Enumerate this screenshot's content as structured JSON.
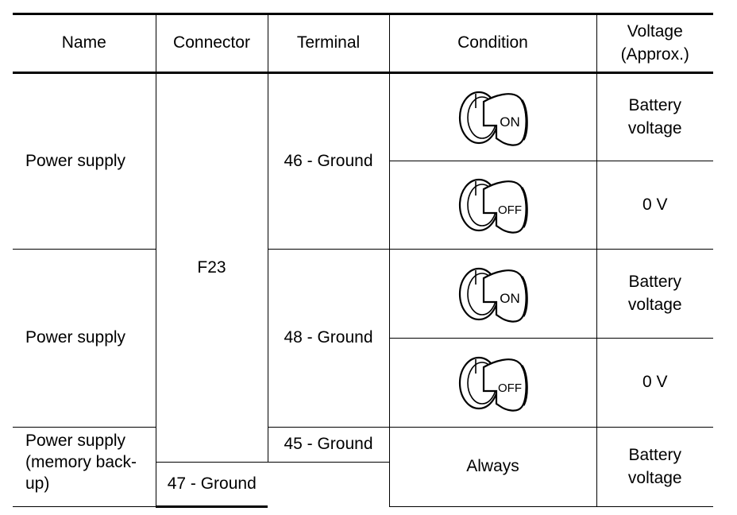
{
  "headers": {
    "name": "Name",
    "connector": "Connector",
    "terminal": "Terminal",
    "condition": "Condition",
    "voltage": "Voltage\n(Approx.)"
  },
  "rows": [
    {
      "name": "Power supply",
      "terminal": "46 - Ground",
      "conditions": [
        {
          "key_state": "ON",
          "icon": "ignition-key-on-icon",
          "voltage": "Battery\nvoltage"
        },
        {
          "key_state": "OFF",
          "icon": "ignition-key-off-icon",
          "voltage": "0 V"
        }
      ]
    },
    {
      "name": "Power supply",
      "terminal": "48 - Ground",
      "conditions": [
        {
          "key_state": "ON",
          "icon": "ignition-key-on-icon",
          "voltage": "Battery\nvoltage"
        },
        {
          "key_state": "OFF",
          "icon": "ignition-key-off-icon",
          "voltage": "0 V"
        }
      ]
    },
    {
      "name": "Power supply\n(memory back-\nup)",
      "terminals": [
        "45 - Ground",
        "47 - Ground"
      ],
      "condition": "Always",
      "voltage": "Battery\nvoltage"
    }
  ],
  "connector": "F23"
}
